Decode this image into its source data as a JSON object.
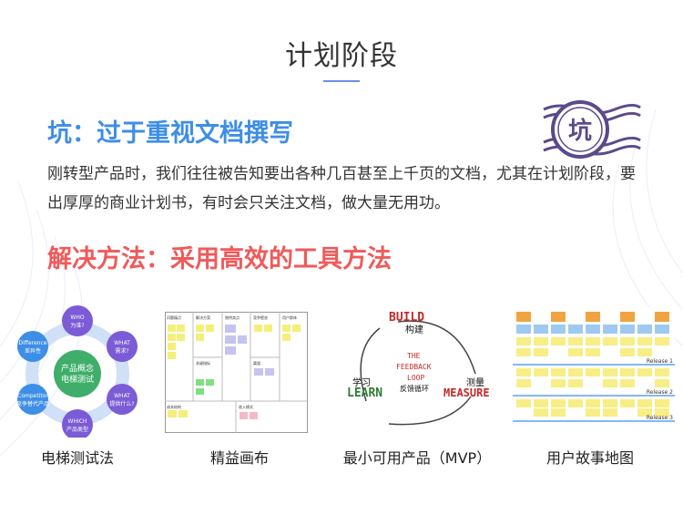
{
  "page": {
    "title": "计划阶段",
    "pitfall_heading": "坑：过于重视文档撰写",
    "pitfall_body": "刚转型产品时，我们往往被告知要出各种几百甚至上千页的文档，尤其在计划阶段，要出厚厚的商业计划书，有时会只关注文档，做大量无用功。",
    "solution_heading": "解决方法：采用高效的工具方法",
    "stamp_char": "坑"
  },
  "colors": {
    "blue": "#3d8ee6",
    "red": "#f05a5a",
    "purple": "#5a4a8a"
  },
  "tools": [
    {
      "caption": "电梯测试法"
    },
    {
      "caption": "精益画布"
    },
    {
      "caption": "最小可用产品（MVP）"
    },
    {
      "caption": "用户故事地图"
    }
  ],
  "elevator": {
    "center": "产品概念\n电梯测试",
    "nodes": [
      {
        "en": "WHO",
        "zh": "为谁?"
      },
      {
        "en": "WHAT",
        "zh": "需求?"
      },
      {
        "en": "WHAT",
        "zh": "提供什么?"
      },
      {
        "en": "WHICH",
        "zh": "产品类型"
      },
      {
        "en": "Competitor",
        "zh": "竞争替代产品"
      },
      {
        "en": "Difference",
        "zh": "差异性"
      }
    ]
  },
  "canvas": {
    "cells": [
      "问题痛点",
      "解决方案",
      "独特卖点",
      "竞争壁垒",
      "用户群体",
      "关键指标",
      "渠道",
      "成本结构",
      "收入模式"
    ]
  },
  "mvp": {
    "build_en": "BUILD",
    "build_zh": "构建",
    "measure_en": "MEASURE",
    "measure_zh": "测量",
    "learn_en": "LEARN",
    "learn_zh": "学习",
    "center_en": "THE FEEDBACK LOOP",
    "center_zh": "反馈循环"
  },
  "storymap": {
    "releases": [
      "Release 1",
      "Release 2",
      "Release 3"
    ]
  }
}
